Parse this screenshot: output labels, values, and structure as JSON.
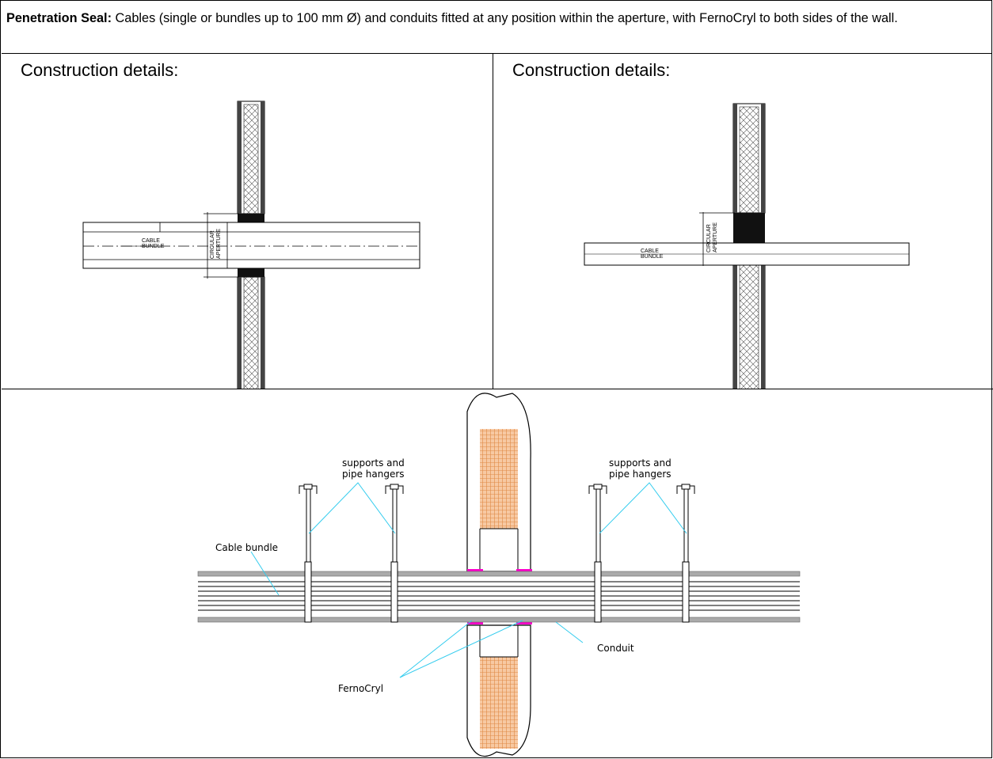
{
  "header": {
    "bold_label": "Penetration Seal:",
    "text": " Cables (single or bundles up to 100 mm Ø) and conduits fitted at any position within the aperture, with FernoCryl to both sides of the wall."
  },
  "left_panel": {
    "title": "Construction details:",
    "labels": {
      "cable_line1": "CABLE",
      "cable_line2": "BUNDLE",
      "aperture_line1": "CIRCULAR",
      "aperture_line2": "APERTURE"
    }
  },
  "right_panel": {
    "title": "Construction details:",
    "labels": {
      "cable_line1": "CABLE",
      "cable_line2": "BUNDLE",
      "aperture_line1": "CIRCULAR",
      "aperture_line2": "APERTURE"
    }
  },
  "bottom_panel": {
    "labels": {
      "supports_left_1": "supports and",
      "supports_left_2": "pipe hangers",
      "supports_right_1": "supports and",
      "supports_right_2": "pipe hangers",
      "cable_bundle": "Cable bundle",
      "conduit": "Conduit",
      "fernocryl": "FernoCryl"
    }
  },
  "colors": {
    "leader": "#33ccee",
    "fernocryl": "#ff00cc",
    "insulation": "#f0a060",
    "bundle": "#777777"
  }
}
